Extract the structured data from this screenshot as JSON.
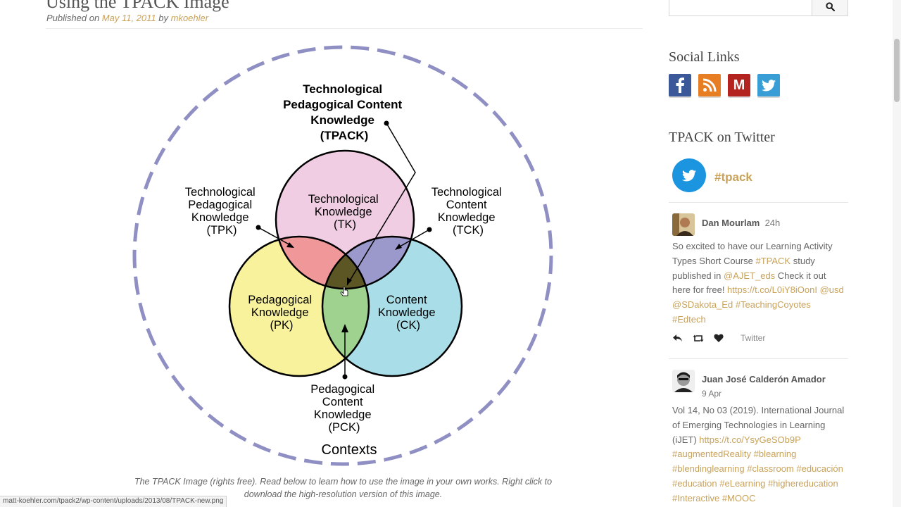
{
  "post": {
    "title": "Using the TPACK Image",
    "published_prefix": "Published on ",
    "date": "May 11, 2011",
    "by": " by ",
    "author": "mkoehler"
  },
  "diagram": {
    "tpack_lines": [
      "Technological",
      "Pedagogical Content",
      "Knowledge",
      "(TPACK)"
    ],
    "tpk_lines": [
      "Technological",
      "Pedagogical",
      "Knowledge",
      "(TPK)"
    ],
    "tck_lines": [
      "Technological",
      "Content",
      "Knowledge",
      "(TCK)"
    ],
    "tk_lines": [
      "Technological",
      "Knowledge",
      "(TK)"
    ],
    "pk_lines": [
      "Pedagogical",
      "Knowledge",
      "(PK)"
    ],
    "ck_lines": [
      "Content",
      "Knowledge",
      "(CK)"
    ],
    "pck_lines": [
      "Pedagogical",
      "Content",
      "Knowledge",
      "(PCK)"
    ],
    "contexts": "Contexts",
    "colors": {
      "tk": "#f0cde3",
      "pk": "#f8f29c",
      "ck": "#a9dee8",
      "tpk": "#f0979a",
      "tck": "#9b98cb",
      "pck": "#9fd18f",
      "tpack": "#5b5624",
      "contexts_ring": "#8f8fc4"
    }
  },
  "caption": {
    "line1": "The TPACK Image (rights free). Read below to learn how to use the image in your own works. Right click to",
    "line2": "download the high-resolution version of this image."
  },
  "sidebar": {
    "search_icon": "search-icon",
    "social_title": "Social Links",
    "social": [
      {
        "name": "facebook-icon",
        "color": "#3b5998"
      },
      {
        "name": "rss-icon",
        "color": "#e87e24"
      },
      {
        "name": "m-icon",
        "label": "M",
        "color": "#b3231f"
      },
      {
        "name": "twitter-icon",
        "color": "#3a9ed6"
      }
    ],
    "twitter_title": "TPACK on Twitter",
    "hashtag": "#tpack",
    "tweets": [
      {
        "author": "Dan Mourlam",
        "time": "24h",
        "text_parts": [
          {
            "t": "So excited to have our Learning Activity Types Short Course ",
            "link": false
          },
          {
            "t": "#TPACK",
            "link": true
          },
          {
            "t": " study published in ",
            "link": false
          },
          {
            "t": "@AJET_eds",
            "link": true
          },
          {
            "t": " Check it out here for free! ",
            "link": false
          },
          {
            "t": "https://t.co/L0iY8iOonI",
            "link": true
          },
          {
            "t": " ",
            "link": false
          },
          {
            "t": "@usd",
            "link": true
          },
          {
            "t": " ",
            "link": false
          },
          {
            "t": "@SDakota_Ed",
            "link": true
          },
          {
            "t": " ",
            "link": false
          },
          {
            "t": "#TeachingCoyotes",
            "link": true
          },
          {
            "t": " ",
            "link": false
          },
          {
            "t": "#Edtech",
            "link": true
          }
        ],
        "via": "Twitter"
      },
      {
        "author": "Juan José Calderón Amador",
        "time": "9 Apr",
        "text_parts": [
          {
            "t": "Vol 14, No 03 (2019). International Journal of Emerging Technologies in Learning (iJET) ",
            "link": false
          },
          {
            "t": "https://t.co/YsyGeSOb9P",
            "link": true
          },
          {
            "t": " ",
            "link": false
          },
          {
            "t": "#augmentedReality",
            "link": true
          },
          {
            "t": " ",
            "link": false
          },
          {
            "t": "#blearning",
            "link": true
          },
          {
            "t": " ",
            "link": false
          },
          {
            "t": "#blendinglearning",
            "link": true
          },
          {
            "t": " ",
            "link": false
          },
          {
            "t": "#classroom",
            "link": true
          },
          {
            "t": " ",
            "link": false
          },
          {
            "t": "#educación",
            "link": true
          },
          {
            "t": " ",
            "link": false
          },
          {
            "t": "#education",
            "link": true
          },
          {
            "t": " ",
            "link": false
          },
          {
            "t": "#eLearning",
            "link": true
          },
          {
            "t": " ",
            "link": false
          },
          {
            "t": "#highereducation",
            "link": true
          },
          {
            "t": " ",
            "link": false
          },
          {
            "t": "#Interactive",
            "link": true
          },
          {
            "t": " ",
            "link": false
          },
          {
            "t": "#MOOC",
            "link": true
          }
        ]
      }
    ]
  },
  "status_bar_url": "matt-koehler.com/tpack2/wp-content/uploads/2013/08/TPACK-new.png"
}
